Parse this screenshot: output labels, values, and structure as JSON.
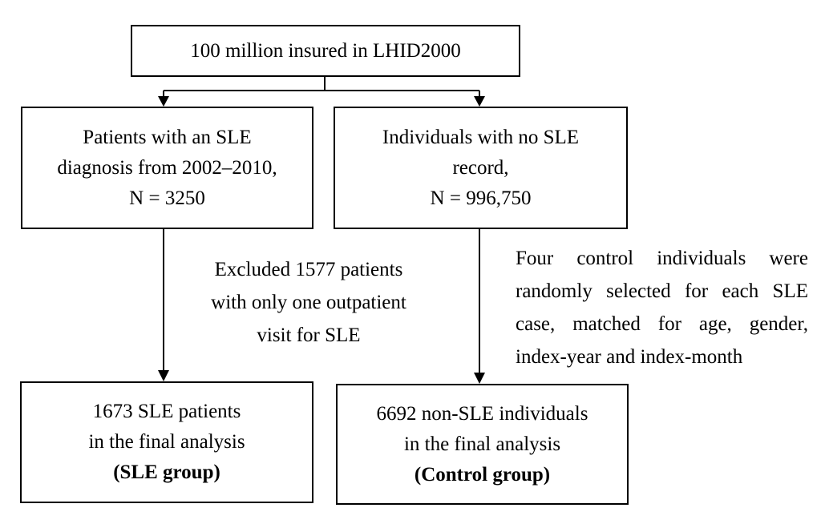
{
  "boxes": {
    "top": {
      "text": "100 million insured in LHID2000"
    },
    "sle": {
      "lines": [
        "Patients with an SLE",
        "diagnosis from 2002–2010,",
        "N = 3250"
      ]
    },
    "nosle": {
      "lines": [
        "Individuals with no SLE",
        "record,",
        "N = 996,750"
      ]
    },
    "sle_final": {
      "lines": [
        "1673 SLE patients",
        "in the final analysis"
      ],
      "group": "(SLE group)"
    },
    "control_final": {
      "lines": [
        "6692 non-SLE individuals",
        "in the final analysis"
      ],
      "group": "(Control group)"
    }
  },
  "notes": {
    "excluded": {
      "lines": [
        "Excluded 1577 patients",
        "with only one outpatient",
        "visit for SLE"
      ]
    },
    "matching": {
      "lines": [
        "Four control individuals were",
        "randomly selected for each SLE",
        "case, matched for age, gender,",
        "index-year and index-month"
      ]
    }
  }
}
